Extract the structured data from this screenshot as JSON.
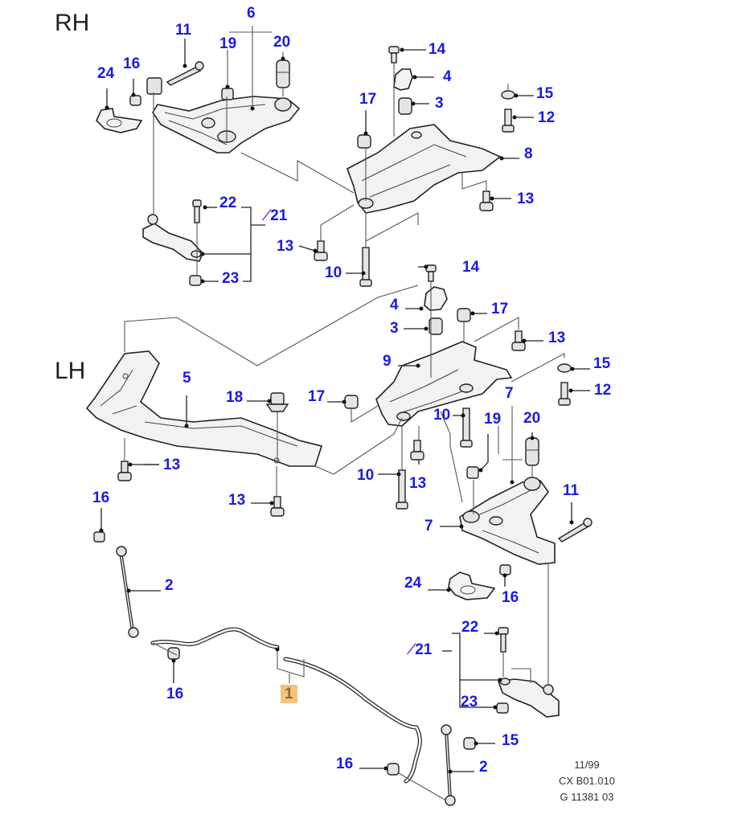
{
  "diagram": {
    "type": "exploded-parts-diagram",
    "subject": "front suspension subframe, control arms and stabilizer bar",
    "sections": {
      "rh": "RH",
      "lh": "LH"
    },
    "highlight_color": "#f4c27a",
    "callout_color": "#1a1ae6",
    "footer": {
      "date": "11/99",
      "code": "CX B01.010",
      "ref": "G 11381 03"
    },
    "highlighted_part": "1",
    "callouts": [
      {
        "id": "rh-6",
        "text": "6",
        "part": "6"
      },
      {
        "id": "rh-11",
        "text": "11",
        "part": "11"
      },
      {
        "id": "rh-19",
        "text": "19",
        "part": "19"
      },
      {
        "id": "rh-20",
        "text": "20",
        "part": "20"
      },
      {
        "id": "rh-16",
        "text": "16",
        "part": "16"
      },
      {
        "id": "rh-24",
        "text": "24",
        "part": "24"
      },
      {
        "id": "rh-22",
        "text": "22",
        "part": "22"
      },
      {
        "id": "rh-21",
        "text": "21",
        "part": "21",
        "prefix": "⁄"
      },
      {
        "id": "rh-23",
        "text": "23",
        "part": "23"
      },
      {
        "id": "rh-14",
        "text": "14",
        "part": "14"
      },
      {
        "id": "rh-4",
        "text": "4",
        "part": "4"
      },
      {
        "id": "rh-3",
        "text": "3",
        "part": "3"
      },
      {
        "id": "rh-17",
        "text": "17",
        "part": "17"
      },
      {
        "id": "rh-15",
        "text": "15",
        "part": "15"
      },
      {
        "id": "rh-12",
        "text": "12",
        "part": "12"
      },
      {
        "id": "rh-8",
        "text": "8",
        "part": "8"
      },
      {
        "id": "rh-13a",
        "text": "13",
        "part": "13"
      },
      {
        "id": "rh-13b",
        "text": "13",
        "part": "13"
      },
      {
        "id": "rh-10",
        "text": "10",
        "part": "10"
      },
      {
        "id": "lh-14",
        "text": "14",
        "part": "14"
      },
      {
        "id": "lh-4",
        "text": "4",
        "part": "4"
      },
      {
        "id": "lh-17a",
        "text": "17",
        "part": "17"
      },
      {
        "id": "lh-3",
        "text": "3",
        "part": "3"
      },
      {
        "id": "lh-13a",
        "text": "13",
        "part": "13"
      },
      {
        "id": "lh-9",
        "text": "9",
        "part": "9"
      },
      {
        "id": "lh-15",
        "text": "15",
        "part": "15"
      },
      {
        "id": "lh-12",
        "text": "12",
        "part": "12"
      },
      {
        "id": "lh-7a",
        "text": "7",
        "part": "7"
      },
      {
        "id": "lh-5",
        "text": "5",
        "part": "5"
      },
      {
        "id": "lh-18",
        "text": "18",
        "part": "18"
      },
      {
        "id": "lh-17b",
        "text": "17",
        "part": "17"
      },
      {
        "id": "lh-10a",
        "text": "10",
        "part": "10"
      },
      {
        "id": "lh-19",
        "text": "19",
        "part": "19"
      },
      {
        "id": "lh-20",
        "text": "20",
        "part": "20"
      },
      {
        "id": "lh-13b",
        "text": "13",
        "part": "13"
      },
      {
        "id": "lh-10b",
        "text": "10",
        "part": "10"
      },
      {
        "id": "lh-13c",
        "text": "13",
        "part": "13"
      },
      {
        "id": "lh-13d",
        "text": "13",
        "part": "13"
      },
      {
        "id": "lh-11",
        "text": "11",
        "part": "11"
      },
      {
        "id": "lh-7b",
        "text": "7",
        "part": "7"
      },
      {
        "id": "lh-16a",
        "text": "16",
        "part": "16"
      },
      {
        "id": "lh-2a",
        "text": "2",
        "part": "2"
      },
      {
        "id": "lh-24",
        "text": "24",
        "part": "24"
      },
      {
        "id": "lh-16b",
        "text": "16",
        "part": "16"
      },
      {
        "id": "lh-22",
        "text": "22",
        "part": "22"
      },
      {
        "id": "lh-21",
        "text": "21",
        "part": "21",
        "prefix": "⁄"
      },
      {
        "id": "lh-23",
        "text": "23",
        "part": "23"
      },
      {
        "id": "lh-16c",
        "text": "16",
        "part": "16"
      },
      {
        "id": "lh-1",
        "text": "1",
        "part": "1",
        "highlight": true
      },
      {
        "id": "lh-15b",
        "text": "15",
        "part": "15"
      },
      {
        "id": "lh-16d",
        "text": "16",
        "part": "16"
      },
      {
        "id": "lh-2b",
        "text": "2",
        "part": "2"
      }
    ]
  }
}
